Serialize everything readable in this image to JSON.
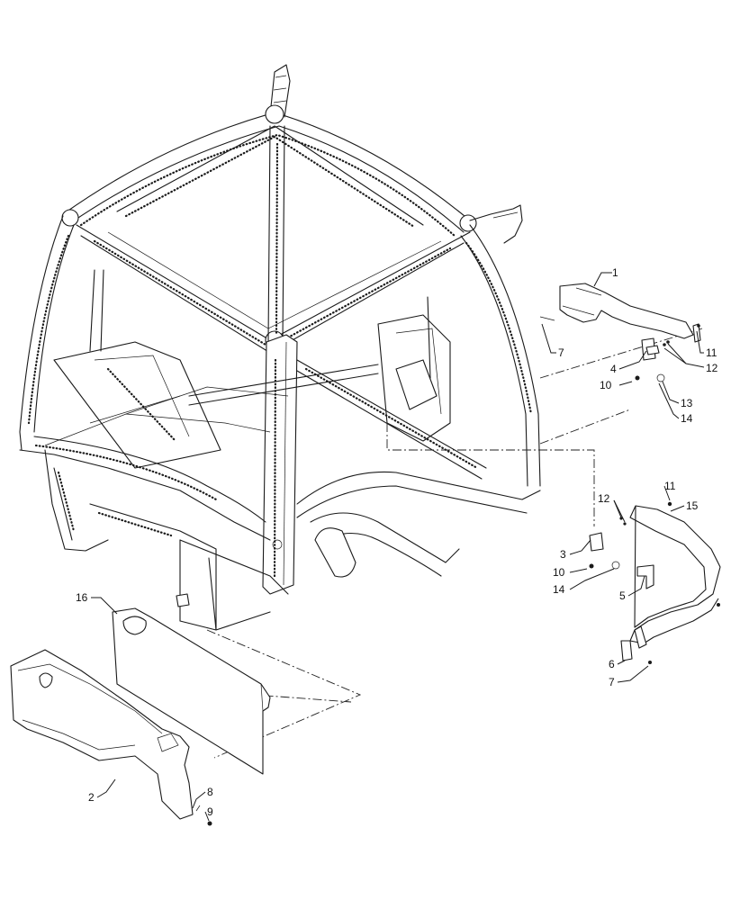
{
  "callouts": {
    "c1": "1",
    "c2": "2",
    "c3": "3",
    "c4": "4",
    "c5": "5",
    "c6": "6",
    "c7a": "7",
    "c7b": "7",
    "c8": "8",
    "c9": "9",
    "c10a": "10",
    "c10b": "10",
    "c11a": "11",
    "c11b": "11",
    "c12a": "12",
    "c12b": "12",
    "c13": "13",
    "c14a": "14",
    "c14b": "14",
    "c15": "15",
    "c16": "16"
  }
}
